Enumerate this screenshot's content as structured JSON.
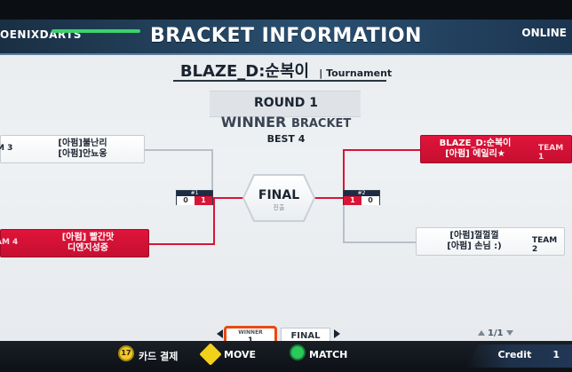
{
  "header": {
    "brand": "OENIXDARTS",
    "title": "BRACKET INFORMATION",
    "status": "ONLINE"
  },
  "tournament": {
    "name": "BLAZE_D:순복이",
    "subtitle": "Tournament"
  },
  "round": {
    "label": "ROUND 1",
    "bracket_main": "WINNER",
    "bracket_sub": "BRACKET",
    "best": "BEST 4"
  },
  "teams": {
    "left_top": {
      "label": "M 3",
      "names": [
        "[아펌]불난리",
        "[아펌]안뇨옹"
      ]
    },
    "left_bottom": {
      "label": "AM 4",
      "names": [
        "[아펌] 빨간맛",
        "디엔지성중"
      ]
    },
    "right_top": {
      "label": "TEAM 1",
      "names": [
        "BLAZE_D:순복이",
        "[아펌] 에일리★"
      ]
    },
    "right_bottom": {
      "label": "TEAM 2",
      "names": [
        "[아펌]껄껄껄",
        "[아펌] 손님 :)"
      ]
    }
  },
  "matches": {
    "m1": {
      "id": "#1",
      "left": "0",
      "right": "1"
    },
    "m2": {
      "id": "#2",
      "left": "1",
      "right": "0"
    }
  },
  "final": {
    "label": "FINAL",
    "sub": "진출"
  },
  "bottom_nav": {
    "winner_caption": "WINNER",
    "winner_num": "1",
    "final_label": "FINAL",
    "page": "1/1"
  },
  "footer": {
    "card_label": "카드 결제",
    "move_label": "MOVE",
    "match_label": "MATCH",
    "credit_label": "Credit",
    "credit_value": "1",
    "coin_text": "17"
  },
  "colors": {
    "header_bg": "#2a4f70",
    "accent_red": "#d91437",
    "accent_orange": "#e64a12",
    "green": "#3bd36b"
  }
}
